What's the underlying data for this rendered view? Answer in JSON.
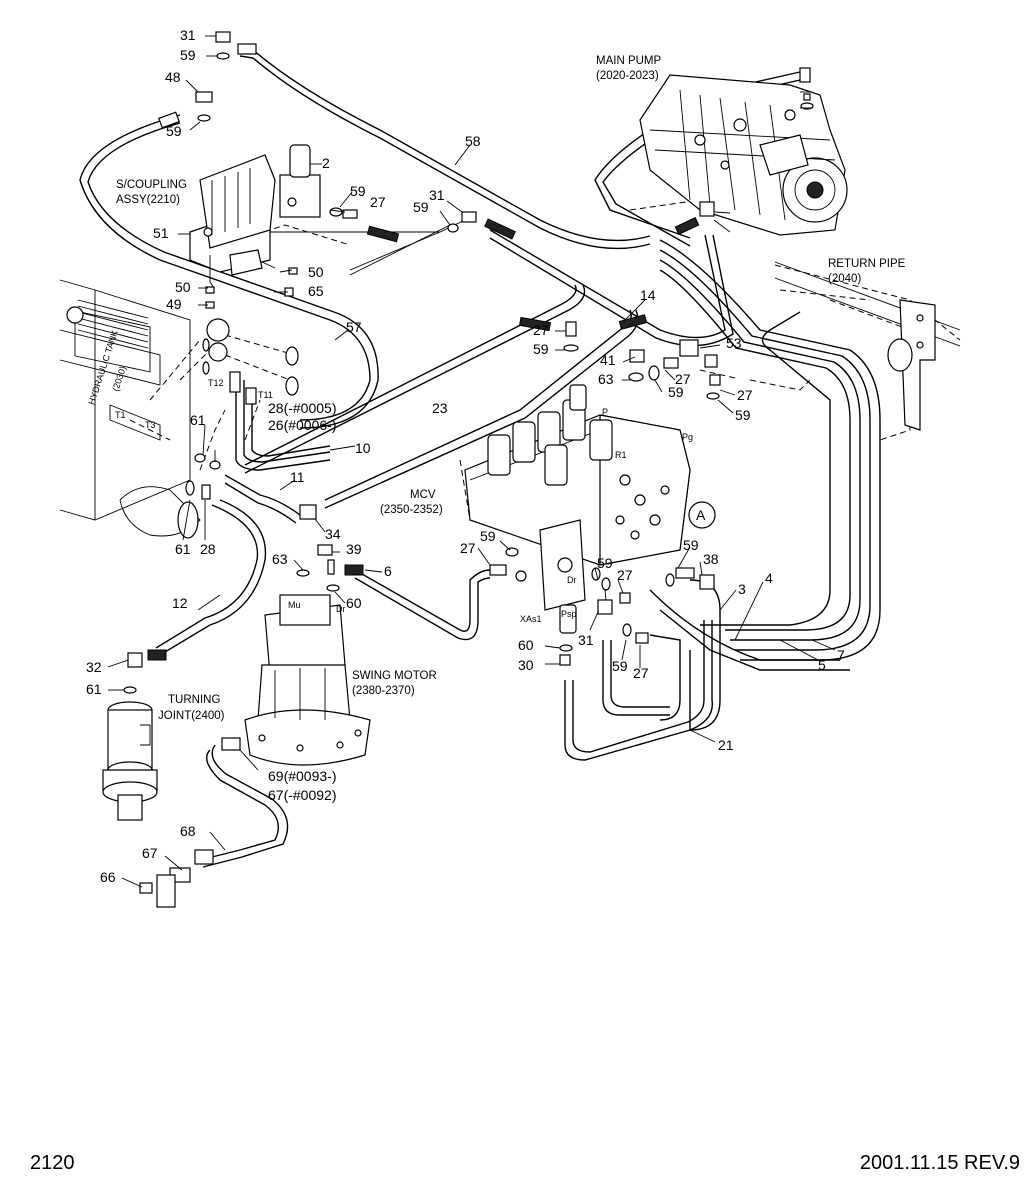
{
  "footer": {
    "page_number": "2120",
    "date_revision": "2001.11.15  REV.9"
  },
  "assemblies": {
    "main_pump": {
      "name": "MAIN PUMP",
      "ref": "(2020-2023)"
    },
    "s_coupling": {
      "name": "S/COUPLING",
      "ref": "ASSY(2210)"
    },
    "return_pipe": {
      "name": "RETURN PIPE",
      "ref": "(2040)"
    },
    "hydraulic_tank": {
      "name": "HYDRAULIC TANK",
      "ref": "(2030)"
    },
    "mcv": {
      "name": "MCV",
      "ref": "(2350-2352)"
    },
    "swing_motor": {
      "name": "SWING MOTOR",
      "ref": "(2380-2370)"
    },
    "turning_joint": {
      "name": "TURNING",
      "ref": "JOINT(2400)"
    }
  },
  "detail_marker": "A",
  "port_labels": [
    "T1",
    "T3",
    "T12",
    "T11",
    "P",
    "R1",
    "Pg",
    "Dr",
    "Mu",
    "XAs1",
    "Psp",
    "Dr"
  ],
  "part_numbers": [
    "31",
    "59",
    "48",
    "59",
    "2",
    "59",
    "27",
    "31",
    "59",
    "51",
    "50",
    "50",
    "65",
    "49",
    "57",
    "58",
    "27",
    "59",
    "14",
    "41",
    "53",
    "63",
    "27",
    "59",
    "27",
    "59",
    "61",
    "23",
    "28(-#0005)",
    "26(#0006-)",
    "10",
    "11",
    "61",
    "28",
    "34",
    "39",
    "63",
    "60",
    "6",
    "27",
    "59",
    "59",
    "27",
    "59",
    "38",
    "3",
    "4",
    "31",
    "60",
    "30",
    "59",
    "27",
    "5",
    "7",
    "21",
    "12",
    "32",
    "61",
    "69(#0093-)",
    "67(-#0092)",
    "68",
    "67",
    "66"
  ]
}
